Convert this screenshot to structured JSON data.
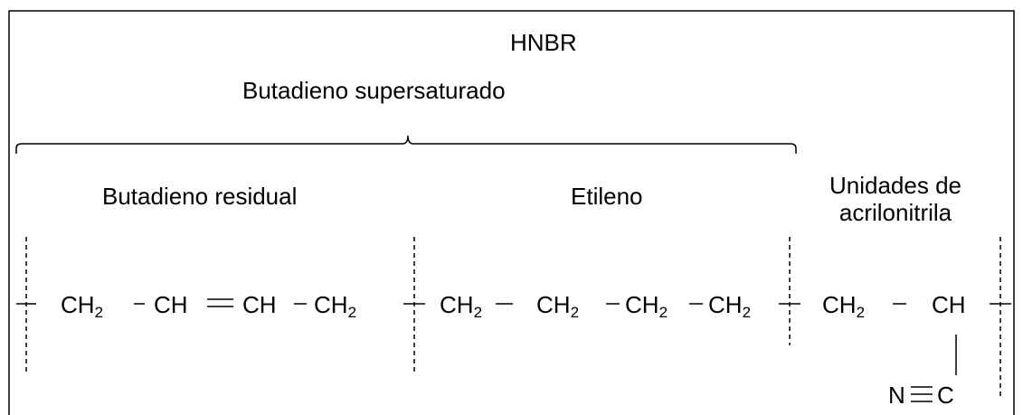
{
  "title": "HNBR",
  "groups": {
    "supersaturated": "Butadieno supersaturado",
    "residual": "Butadieno residual",
    "ethylene": "Etileno",
    "acrylonitrile_line1": "Unidades de",
    "acrylonitrile_line2": "acrilonitrila"
  },
  "chain": {
    "ch2": "CH",
    "ch": "CH",
    "sub2": "2",
    "nitrogen": "N",
    "carbon": "C"
  }
}
